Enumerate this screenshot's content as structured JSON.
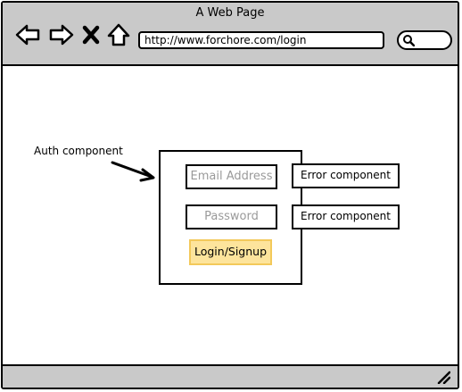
{
  "window": {
    "title": "A Web Page"
  },
  "toolbar": {
    "back_icon": "back-arrow-icon",
    "forward_icon": "forward-arrow-icon",
    "close_icon": "close-x-icon",
    "home_icon": "home-icon",
    "url": "http://www.forchore.com/login",
    "search_icon": "magnifier-icon"
  },
  "annotation": {
    "label": "Auth component"
  },
  "auth": {
    "email_placeholder": "Email Address",
    "password_placeholder": "Password",
    "submit_label": "Login/Signup",
    "email_error": "Error component",
    "password_error": "Error component"
  },
  "colors": {
    "chrome": "#c9c9c9",
    "button_fill": "#fde49c",
    "button_border": "#f3c95a",
    "placeholder_text": "#9a9a9a"
  }
}
